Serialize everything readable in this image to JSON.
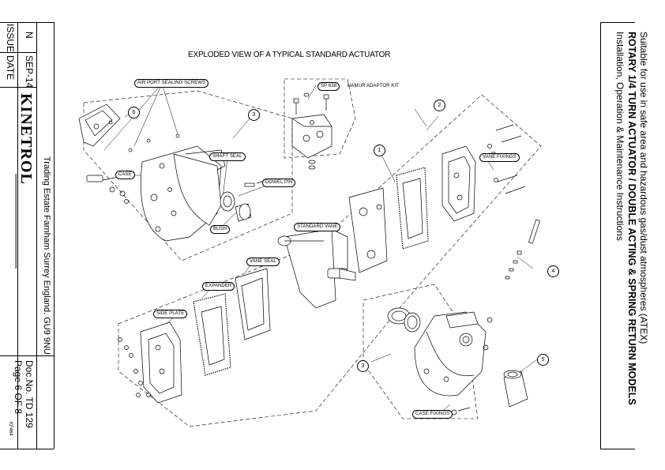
{
  "header": {
    "issue_label": "ISSUE",
    "issue_value": "N",
    "date_label": "DATE",
    "date_value": "SEP-14",
    "brand": "KINETROL",
    "address": "Trading Estate Farnham Surrey England. GU9 9NU",
    "doc_no": "Doc.No. TD 129",
    "page": "Page 6 OF 8",
    "code": "KF464"
  },
  "title": {
    "line1": "Installation, Operation & Maintenance Instructions",
    "line2": "ROTARY 1/4 TURN ACTUATOR / DOUBLE ACTING & SPRING RETURN MODELS",
    "line3": "Suitable for use in safe area and hazardous gas/dust atmospheres (ATEX)"
  },
  "drawing": {
    "heading": "EXPLODED VIEW OF A TYPICAL STANDARD ACTUATOR",
    "labels": {
      "air_port": "AIR PORT SEALING SCREWS",
      "sp638": "SP 638",
      "namur": "NAMUR ADAPTOR KIT",
      "shaft_seal": "SHAFT SEAL",
      "dowel_pin": "DOWEL PIN",
      "case": "CASE",
      "bush": "BUSH",
      "standard_vane": "STANDARD VANE",
      "vane_seal": "VANE SEAL",
      "expander": "EXPANDER",
      "side_plate": "SIDE PLATE",
      "vane_fixings": "VANE FIXINGS",
      "case_fixings": "CASE FIXINGS"
    },
    "callouts": {
      "c1": "1",
      "c2": "2",
      "c3a": "3",
      "c3b": "3",
      "c4": "4",
      "c5": "5",
      "c6": "6"
    }
  }
}
